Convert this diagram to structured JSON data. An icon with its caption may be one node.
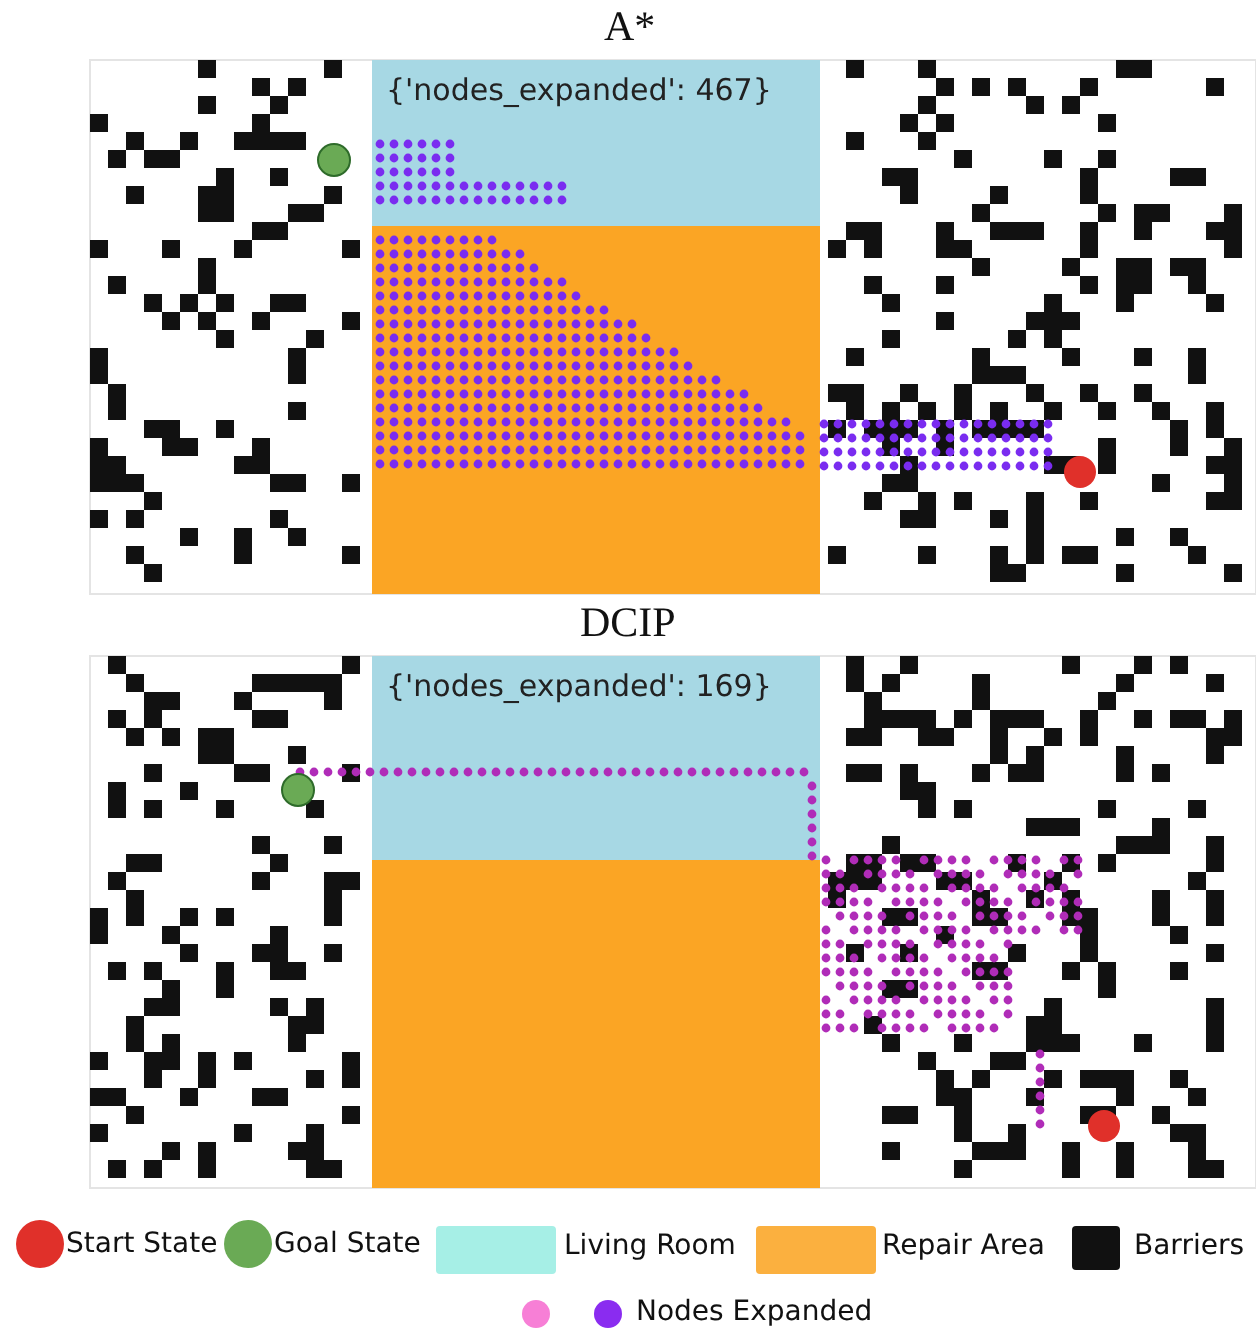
{
  "diagram": {
    "labels": [
      "A*",
      "{'nodes_expanded': 467}",
      "DCIP",
      "{'nodes_expanded': 169}"
    ],
    "legend": [
      {
        "text": "Start State",
        "color": "#e0302a"
      },
      {
        "text": "Goal State",
        "color": "#6aaa55"
      },
      {
        "text": "Living Room",
        "color": "#a6efe6"
      },
      {
        "text": "Repair Area",
        "color": "#fbb03f"
      },
      {
        "text": "Barriers",
        "color": "#111111"
      },
      {
        "text": "Nodes Expanded"
      }
    ]
  }
}
